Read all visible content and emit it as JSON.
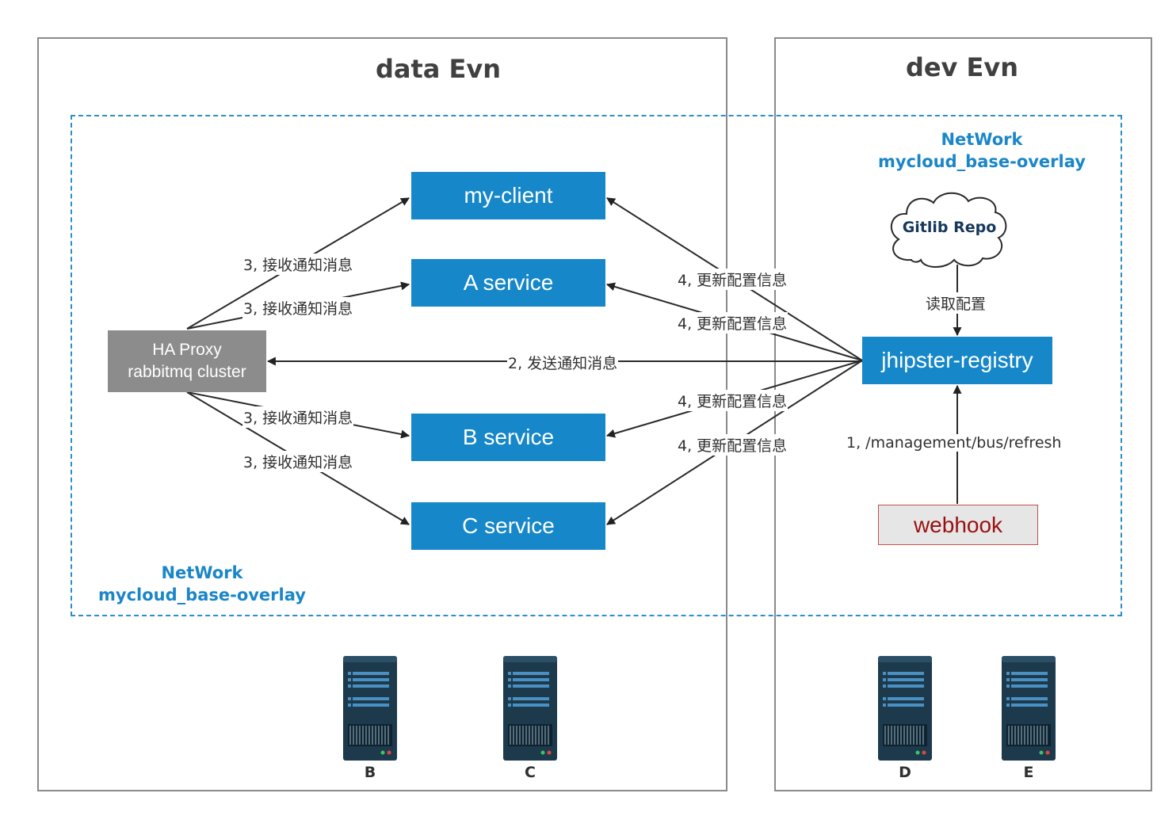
{
  "environments": {
    "data": {
      "title": "data Evn"
    },
    "dev": {
      "title": "dev Evn"
    }
  },
  "network": {
    "line1": "NetWork",
    "line2": "mycloud_base-overlay"
  },
  "nodes": {
    "my_client": "my-client",
    "a_service": "A service",
    "b_service": "B service",
    "c_service": "C service",
    "proxy_line1": "HA Proxy",
    "proxy_line2": "rabbitmq cluster",
    "registry": "jhipster-registry",
    "webhook": "webhook",
    "gitlib": "Gitlib Repo"
  },
  "edges": {
    "receive": "3, 接收通知消息",
    "update": "4, 更新配置信息",
    "send": "2, 发送通知消息",
    "read_config": "读取配置",
    "refresh": "1, /management/bus/refresh"
  },
  "servers": [
    "B",
    "C",
    "D",
    "E"
  ],
  "colors": {
    "service": "#1687c8",
    "proxy": "#8c8c8c",
    "network": "#1a86c8",
    "webhook_text": "#9a1010",
    "gitlib_text": "#16375c"
  }
}
